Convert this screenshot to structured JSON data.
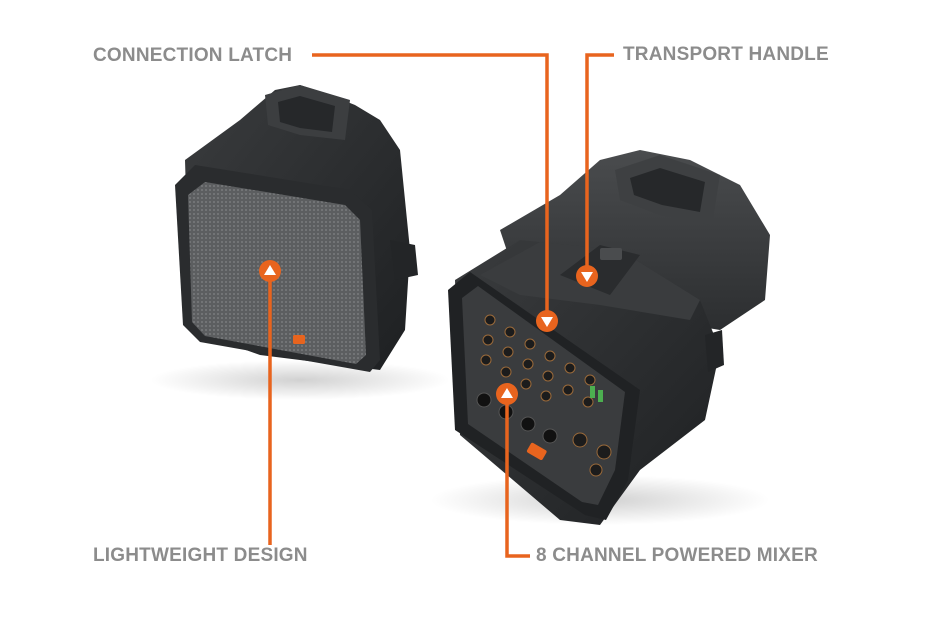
{
  "callouts": {
    "connection_latch": "CONNECTION LATCH",
    "transport_handle": "TRANSPORT HANDLE",
    "lightweight_design": "LIGHTWEIGHT DESIGN",
    "powered_mixer": "8 CHANNEL POWERED MIXER"
  },
  "colors": {
    "accent": "#e8641e",
    "label": "#8c8c8c",
    "speaker_body": "#2f3133",
    "grille": "#6a6c6e"
  }
}
